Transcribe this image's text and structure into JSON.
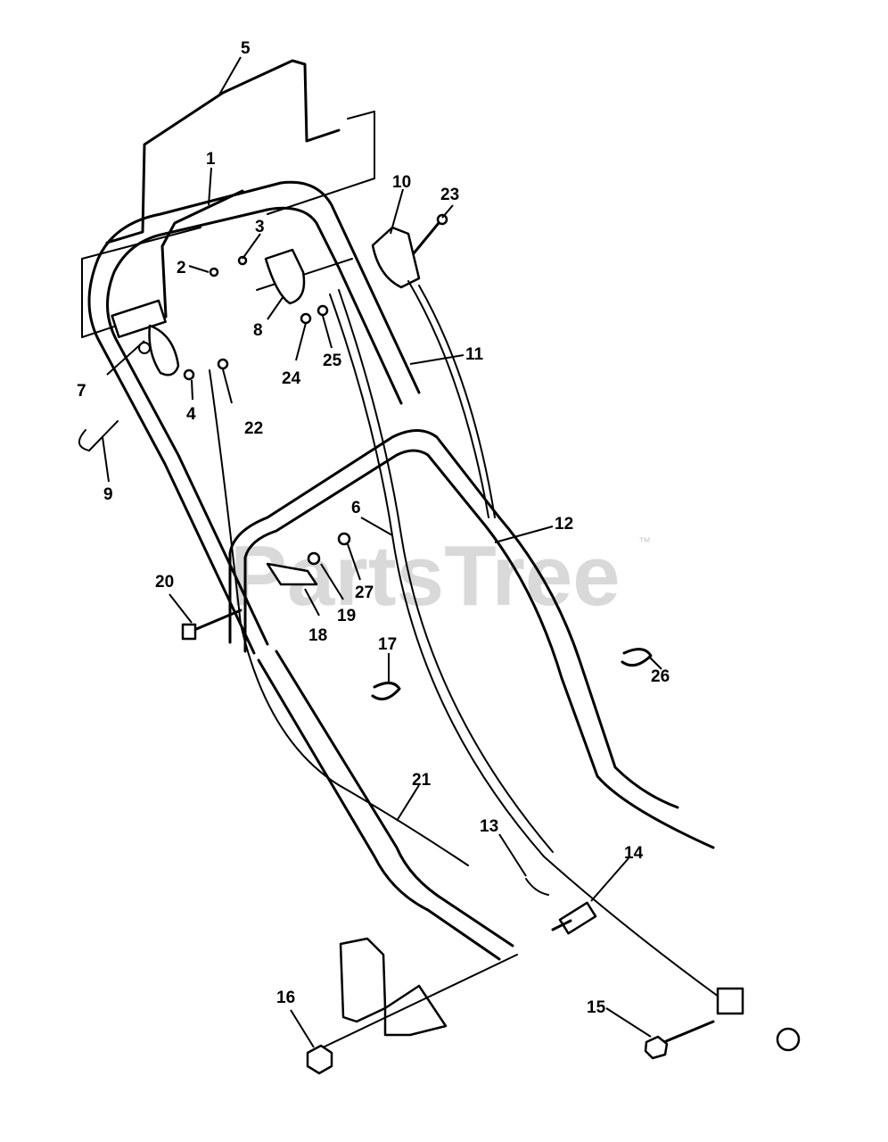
{
  "watermark": {
    "text": "PartsTree",
    "trademark": "™"
  },
  "callouts": [
    {
      "id": "1",
      "label": "1"
    },
    {
      "id": "2",
      "label": "2"
    },
    {
      "id": "3",
      "label": "3"
    },
    {
      "id": "4",
      "label": "4"
    },
    {
      "id": "5",
      "label": "5"
    },
    {
      "id": "6",
      "label": "6"
    },
    {
      "id": "7",
      "label": "7"
    },
    {
      "id": "8",
      "label": "8"
    },
    {
      "id": "9",
      "label": "9"
    },
    {
      "id": "10",
      "label": "10"
    },
    {
      "id": "11",
      "label": "11"
    },
    {
      "id": "12",
      "label": "12"
    },
    {
      "id": "13",
      "label": "13"
    },
    {
      "id": "14",
      "label": "14"
    },
    {
      "id": "15",
      "label": "15"
    },
    {
      "id": "16",
      "label": "16"
    },
    {
      "id": "17",
      "label": "17"
    },
    {
      "id": "18",
      "label": "18"
    },
    {
      "id": "19",
      "label": "19"
    },
    {
      "id": "20",
      "label": "20"
    },
    {
      "id": "21",
      "label": "21"
    },
    {
      "id": "22",
      "label": "22"
    },
    {
      "id": "23",
      "label": "23"
    },
    {
      "id": "24",
      "label": "24"
    },
    {
      "id": "25",
      "label": "25"
    },
    {
      "id": "26",
      "label": "26"
    },
    {
      "id": "27",
      "label": "27"
    }
  ]
}
